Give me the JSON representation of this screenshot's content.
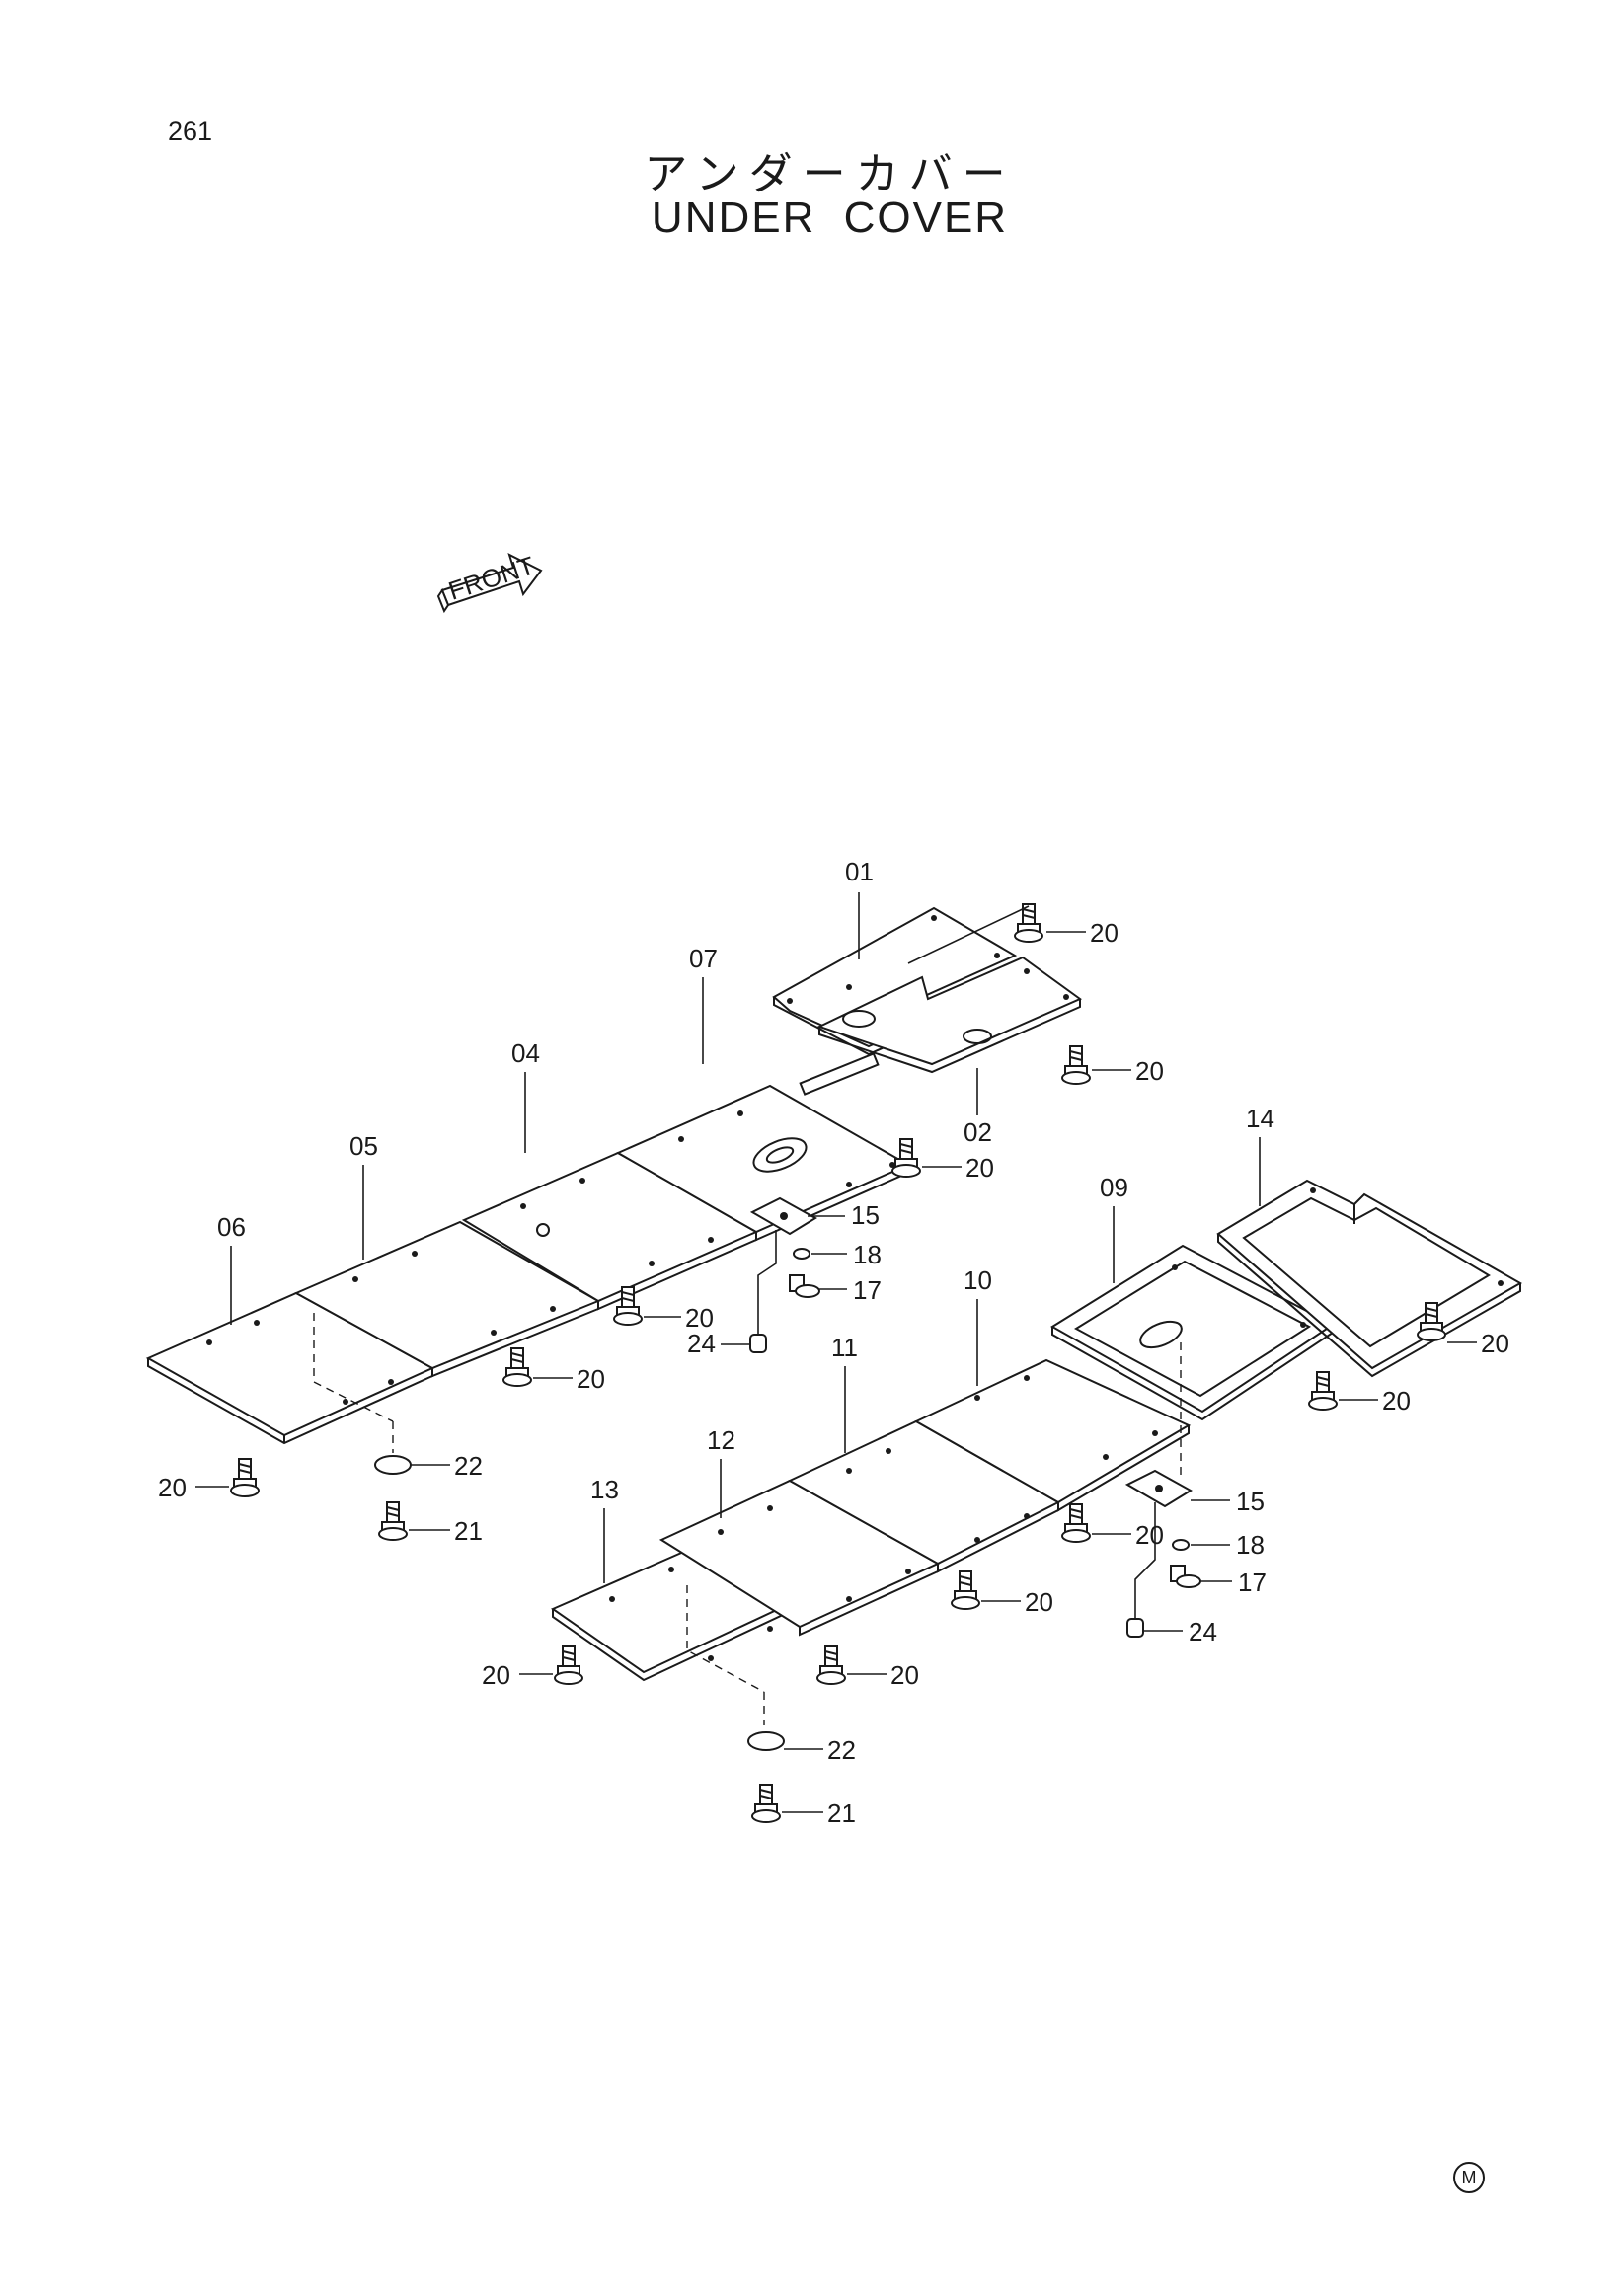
{
  "header": {
    "page_number": "261",
    "title_jp": "アンダーカバー",
    "title_en": "UNDER COVER"
  },
  "front_arrow": {
    "label": "FRONT"
  },
  "corner_mark": "M",
  "callouts": {
    "c01": "01",
    "c02": "02",
    "c04": "04",
    "c05": "05",
    "c06": "06",
    "c07": "07",
    "c09": "09",
    "c10": "10",
    "c11": "11",
    "c12": "12",
    "c13": "13",
    "c14": "14",
    "c15a": "15",
    "c18a": "18",
    "c17a": "17",
    "c24a": "24",
    "c15b": "15",
    "c18b": "18",
    "c17b": "17",
    "c24b": "24",
    "c20a": "20",
    "c20b": "20",
    "c20c": "20",
    "c20d": "20",
    "c20e": "20",
    "c20f": "20",
    "c20g": "20",
    "c20h": "20",
    "c20i": "20",
    "c20j": "20",
    "c20k": "20",
    "c20l": "20",
    "c22a": "22",
    "c21a": "21",
    "c22b": "22",
    "c21b": "21"
  }
}
